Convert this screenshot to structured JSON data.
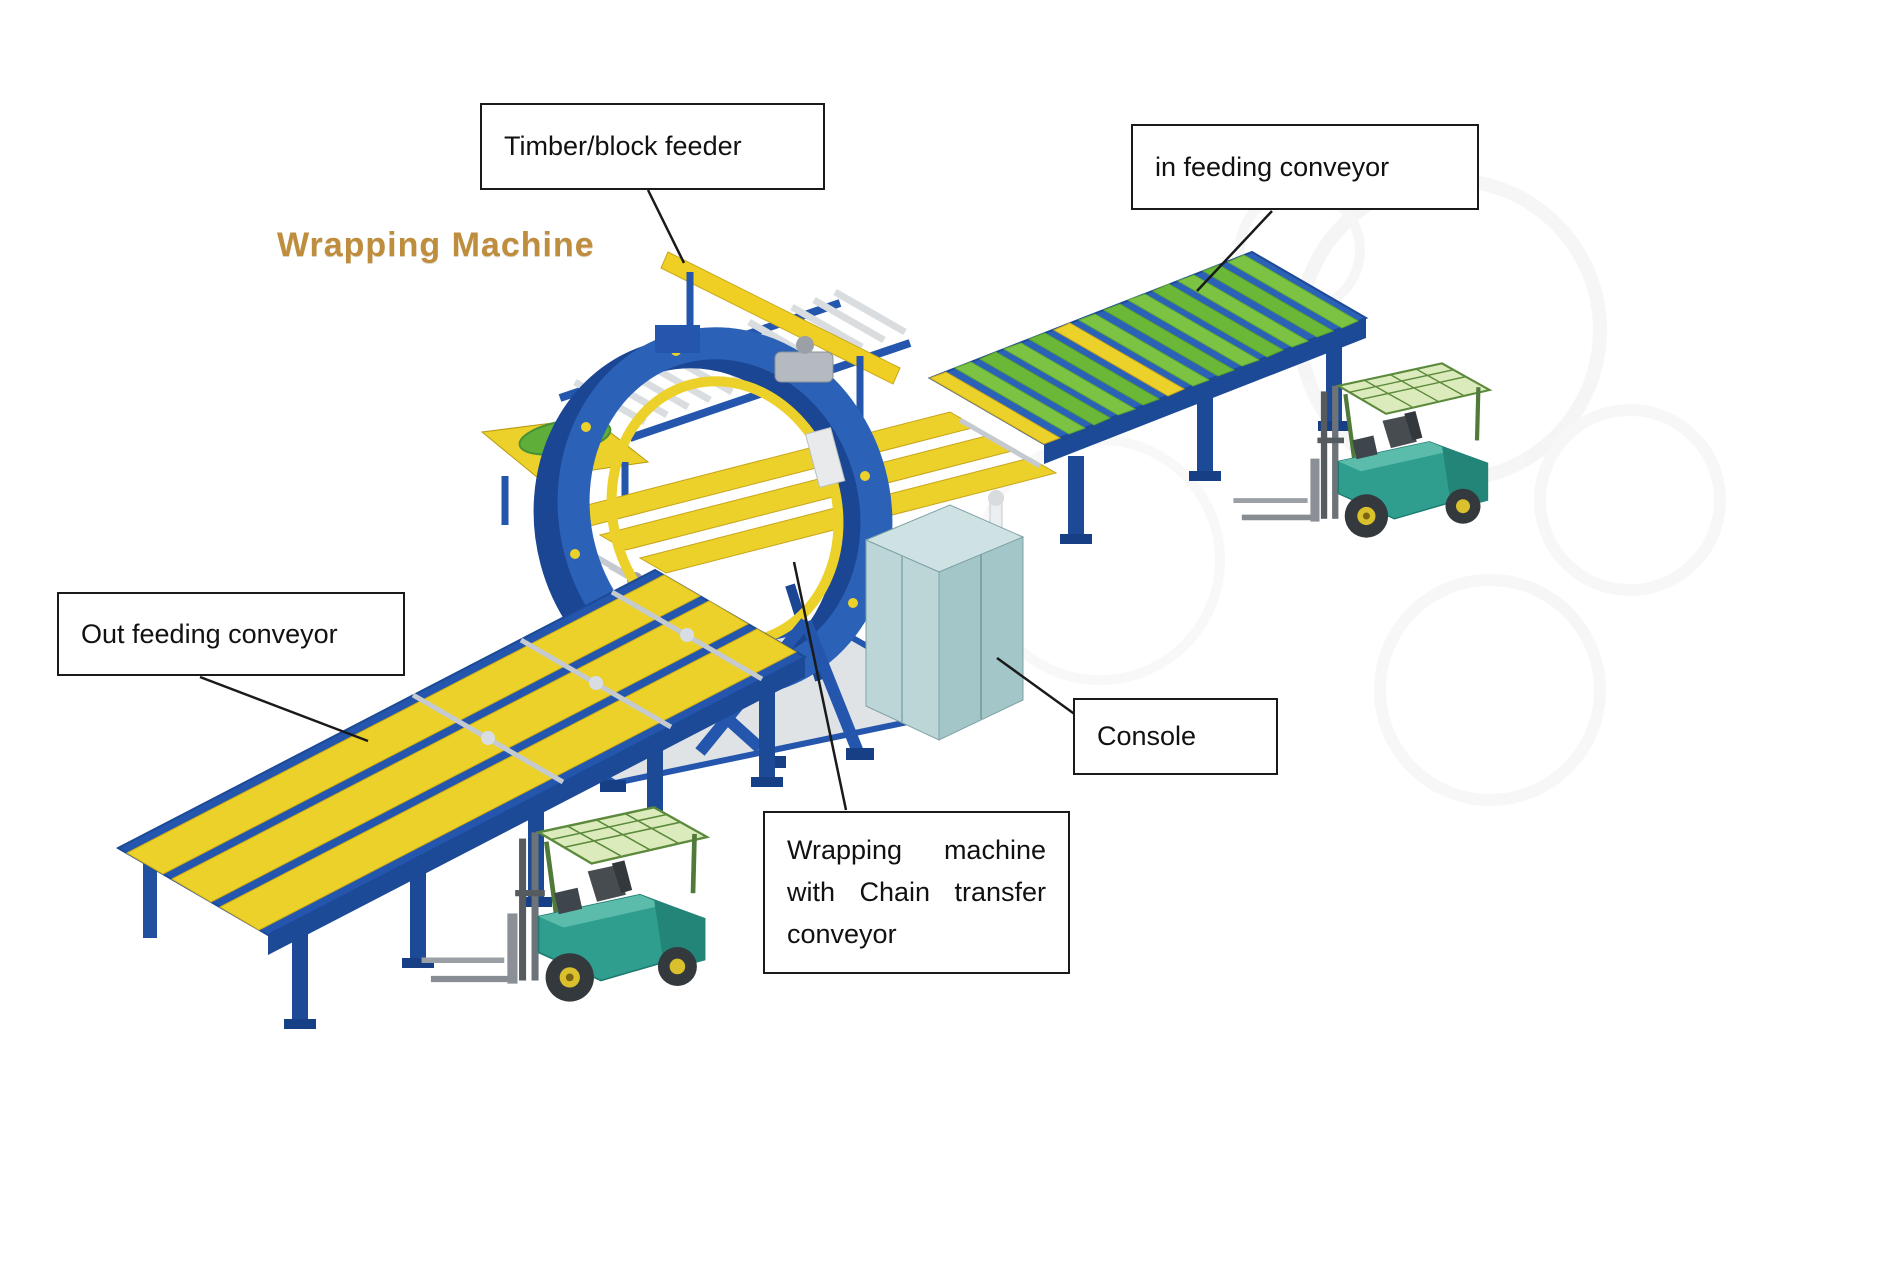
{
  "title": "Wrapping Machine",
  "labels": {
    "timber_feeder": "Timber/block feeder",
    "in_feeding_conveyor": "in feeding conveyor",
    "out_feeding_conveyor": "Out feeding conveyor",
    "console": "Console",
    "wrapping_machine": "Wrapping machine with Chain transfer conveyor"
  },
  "colors": {
    "title_text": "#bf8d3e",
    "frame_blue": "#2356ac",
    "frame_blue_dark": "#1c4a97",
    "conveyor_yellow": "#ecd12a",
    "roller_green": "#7cc243",
    "roller_green_dark": "#5ea832",
    "forklift_teal": "#2f9e8f",
    "forklift_teal_dark": "#238577",
    "console_teal": "#bcd6d8",
    "label_border": "#1a1a1a",
    "label_background": "#ffffff"
  }
}
